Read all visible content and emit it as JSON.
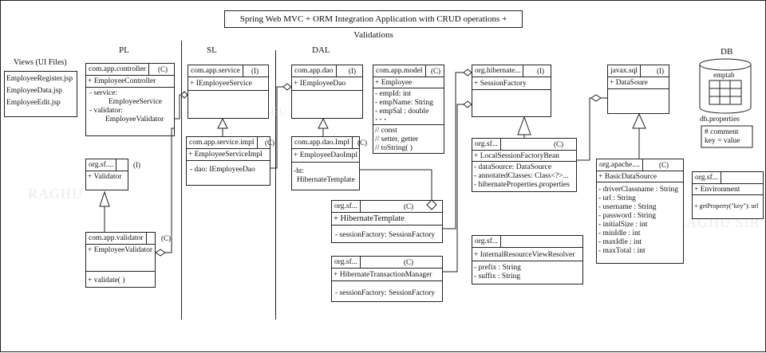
{
  "title": "Spring Web MVC + ORM Integration Application with CRUD operations + Validations",
  "layers": {
    "pl": "PL",
    "sl": "SL",
    "dal": "DAL",
    "db": "DB"
  },
  "views": {
    "title": "Views (UI Files)",
    "files": [
      "EmployeeRegister.jsp",
      "EmployeeData.jsp",
      "EmployeeEdit.jsp"
    ]
  },
  "watermark": "RAGHU SIR",
  "watermark_partial": "RAGHU",
  "boxes": {
    "controller": {
      "pkg": "com.app.controller",
      "st": "(C)",
      "name": "+ EmployeeController",
      "attrs": [
        "- service:",
        "EmployeeService",
        "- validator:",
        "EmployeeValidator"
      ]
    },
    "validator_i": {
      "pkg": "org.sf....",
      "st": "(I)",
      "name": "+ Validator"
    },
    "validator_c": {
      "pkg": "com.app.validator",
      "st": "(C)",
      "name": "+ EmployeeValidator",
      "method": "+ validate( )"
    },
    "service": {
      "pkg": "com.app.service",
      "st": "(I)",
      "name": "+ IEmployeeService"
    },
    "service_impl": {
      "pkg": "com.app.service.impl",
      "st": "(C)",
      "name": "+ EmployeeServiceImpl",
      "attr": "-  dao: IEmployeeDao"
    },
    "dao": {
      "pkg": "com.app.dao",
      "st": "(I)",
      "name": "+ IEmployeeDao"
    },
    "dao_impl": {
      "pkg": "com.app.dao.Impl",
      "st": "(C)",
      "name": "+ EmployeeDaoImpl",
      "attrs": [
        "-ht:",
        "HibernateTemplate"
      ]
    },
    "model": {
      "pkg": "com.app.model",
      "st": "(C)",
      "name": "+ Employee",
      "attrs": [
        "-  empId: int",
        "-  empName: String",
        "-  empSal : double",
        "·  ·  ·"
      ],
      "ops": [
        "// const",
        "// setter, getter",
        "// toString( )"
      ]
    },
    "template": {
      "pkg": "org.sf...",
      "st": "(C)",
      "name": "+ HibernateTemplate",
      "attr": "-  sessionFactory: SessionFactory"
    },
    "txmgr": {
      "pkg": "org.sf...",
      "st": "(C)",
      "name": "+ HibernateTransactionManager",
      "attr": "-  sessionFactory: SessionFactory"
    },
    "sessfac": {
      "pkg": "org.hibernate...",
      "st": "(I)",
      "name": "+ SessionFactory"
    },
    "lsfb": {
      "pkg": "org.sf...",
      "st": "(C)",
      "name": "+ LocalSessionFactoryBean",
      "attrs": [
        "-  dataSource: DataSource",
        "-  annotatedClasses: Class<?>...",
        "-  hibernateProperties.properties"
      ]
    },
    "irvr": {
      "pkg": "org.sf...",
      "st": "",
      "name": "+ InternalResourceViewResolver",
      "attrs": [
        "-  prefix : String",
        "-  suffix : String"
      ]
    },
    "datasource": {
      "pkg": "javax.sql",
      "st": "(I)",
      "name": "+ DataSoure"
    },
    "bds": {
      "pkg": "org.apache....",
      "st": "(C)",
      "name": "+ BasicDataSource",
      "attrs": [
        "-  driverClassname : String",
        "-  url : String",
        "-  username  : String",
        "-  password  : String",
        "-  initialSize : int",
        "-  minIdle    : int",
        "-  maxIdle    : int",
        "-  maxTotal   : int"
      ]
    },
    "env": {
      "pkg": "org.sf...",
      "st": "",
      "name": "+ Environment",
      "method": "+ getProperty(\"key\"): url"
    }
  },
  "db": {
    "table": "emptab",
    "props_title": "db.properties",
    "props": [
      "# comment",
      "key = value"
    ]
  }
}
